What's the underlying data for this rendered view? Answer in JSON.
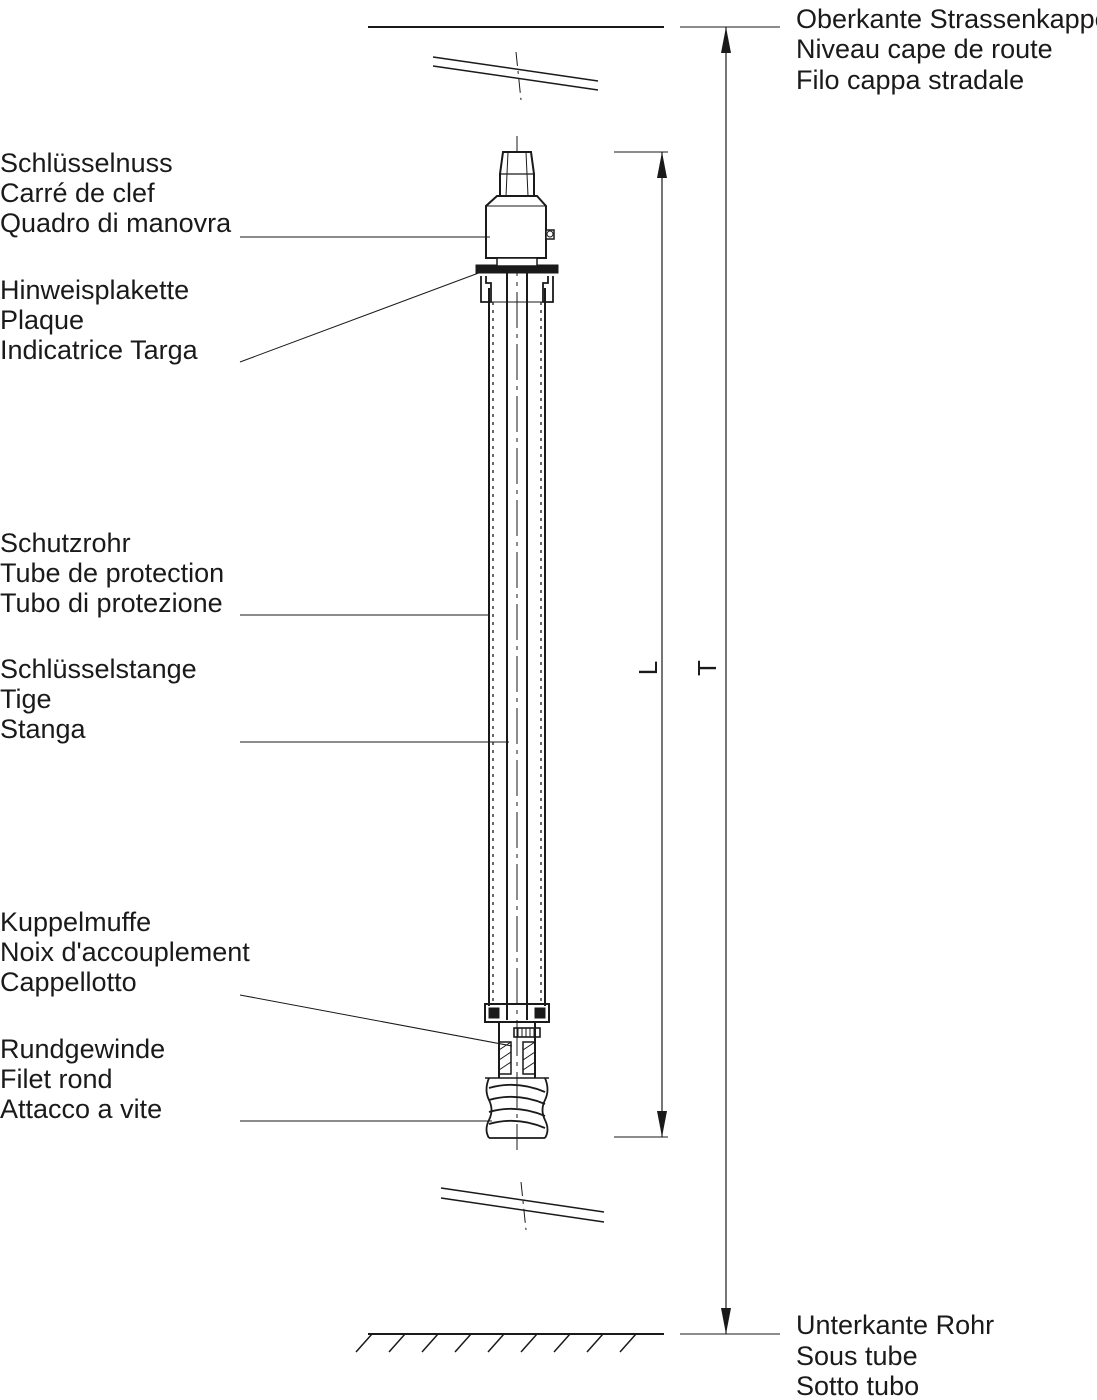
{
  "labels": {
    "top_edge": [
      "Oberkante Strassenkappe",
      "Niveau cape de route",
      "Filo cappa stradale"
    ],
    "key_nut": [
      "Schlüsselnuss",
      "Carré de clef",
      "Quadro di manovra"
    ],
    "plate": [
      "Hinweisplakette",
      "Plaque",
      "Indicatrice Targa"
    ],
    "protection_tube": [
      "Schutzrohr",
      "Tube de protection",
      "Tubo di protezione"
    ],
    "key_rod": [
      "Schlüsselstange",
      "Tige",
      "Stanga"
    ],
    "coupling": [
      "Kuppelmuffe",
      "Noix d'accouplement",
      "Cappellotto"
    ],
    "thread": [
      "Rundgewinde",
      "Filet rond",
      "Attacco a vite"
    ],
    "bottom_edge": [
      "Unterkante Rohr",
      "Sous tube",
      "Sotto tubo"
    ]
  },
  "dimensions": {
    "length": "L",
    "depth": "T"
  }
}
